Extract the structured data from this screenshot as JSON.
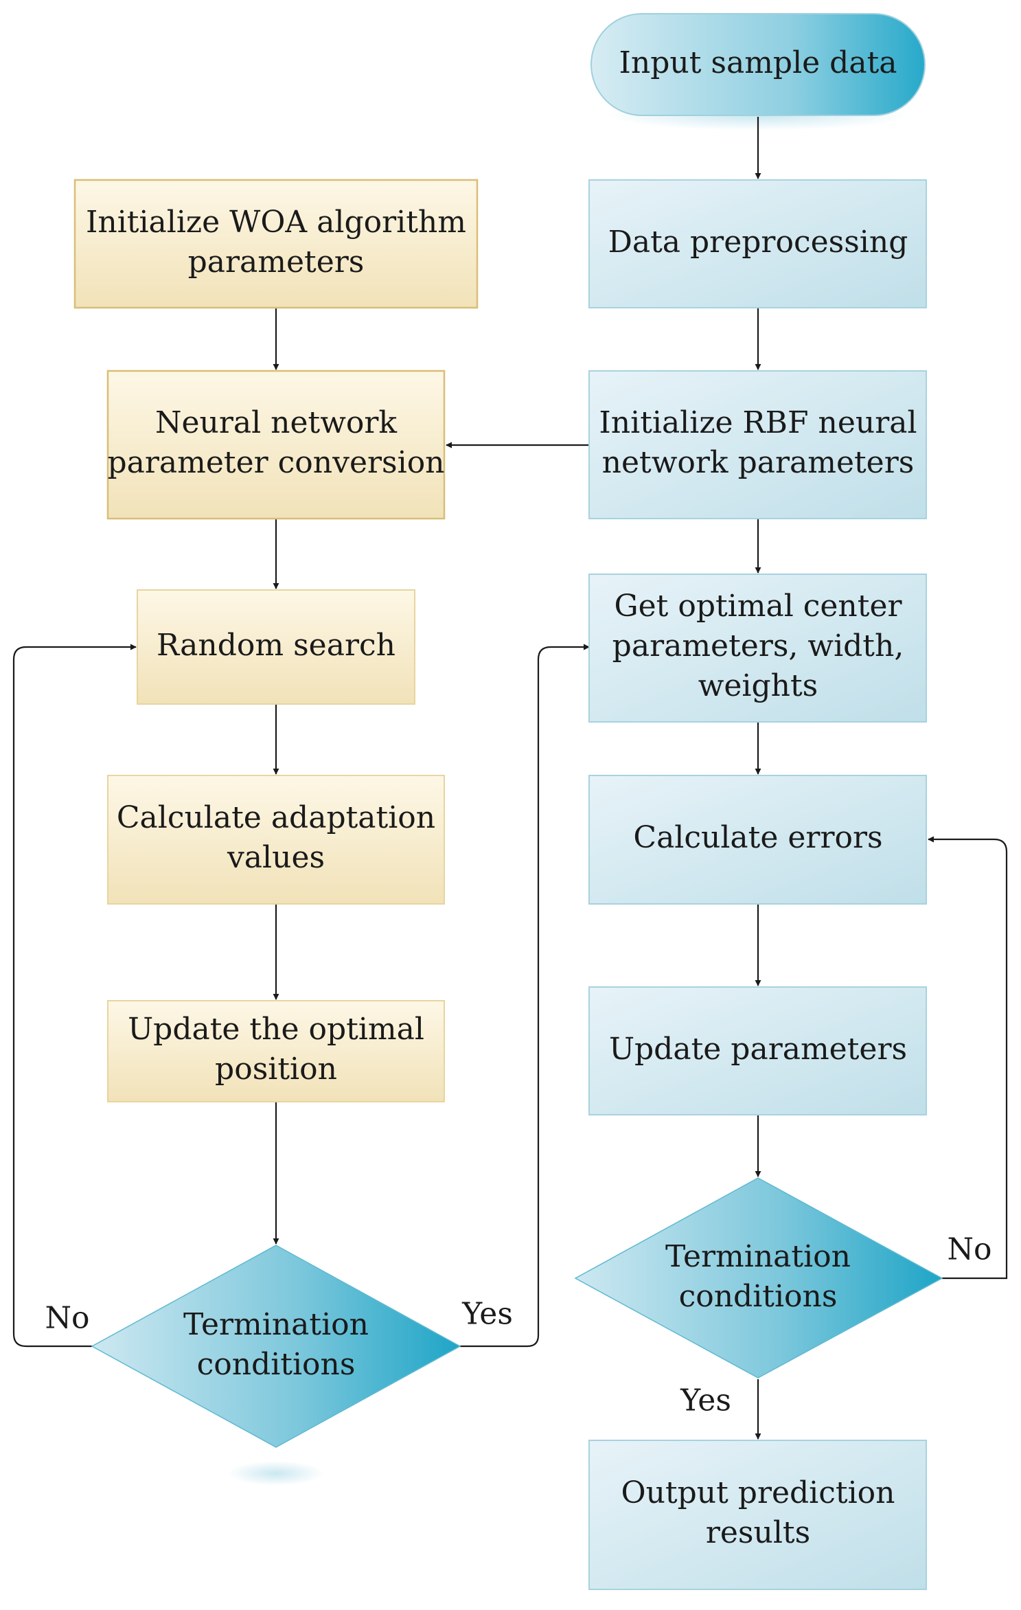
{
  "nodes": {
    "input_sample_data": {
      "lines": [
        "Input sample data"
      ]
    },
    "data_preprocessing": {
      "lines": [
        "Data preprocessing"
      ]
    },
    "init_rbf": {
      "lines": [
        "Initialize RBF neural",
        "network parameters"
      ]
    },
    "get_optimal": {
      "lines": [
        "Get optimal center",
        "parameters, width,",
        "weights"
      ]
    },
    "calc_errors": {
      "lines": [
        "Calculate errors"
      ]
    },
    "update_params": {
      "lines": [
        "Update parameters"
      ]
    },
    "term_right": {
      "lines": [
        "Termination",
        "conditions"
      ]
    },
    "output_results": {
      "lines": [
        "Output prediction",
        "results"
      ]
    },
    "init_woa": {
      "lines": [
        "Initialize WOA algorithm",
        "parameters"
      ]
    },
    "nn_conversion": {
      "lines": [
        "Neural network",
        "parameter conversion"
      ]
    },
    "random_search": {
      "lines": [
        "Random search"
      ]
    },
    "calc_adapt": {
      "lines": [
        "Calculate adaptation",
        "values"
      ]
    },
    "update_pos": {
      "lines": [
        "Update the optimal",
        "position"
      ]
    },
    "term_left": {
      "lines": [
        "Termination",
        "conditions"
      ]
    }
  },
  "labels": {
    "left_no": "No",
    "left_yes": "Yes",
    "right_no": "No",
    "right_yes": "Yes"
  },
  "colors": {
    "tan_fill_top": "#fdf7e6",
    "tan_fill_bottom": "#f1e2b8",
    "tan_stroke": "#d8be77",
    "blue_fill_top": "#e4f1f6",
    "blue_fill_bottom": "#c2e0ea",
    "blue_stroke": "#a8d2df",
    "diamond_light": "#bfe2ed",
    "diamond_dark": "#22a7c8",
    "line": "#1a1a1a"
  }
}
